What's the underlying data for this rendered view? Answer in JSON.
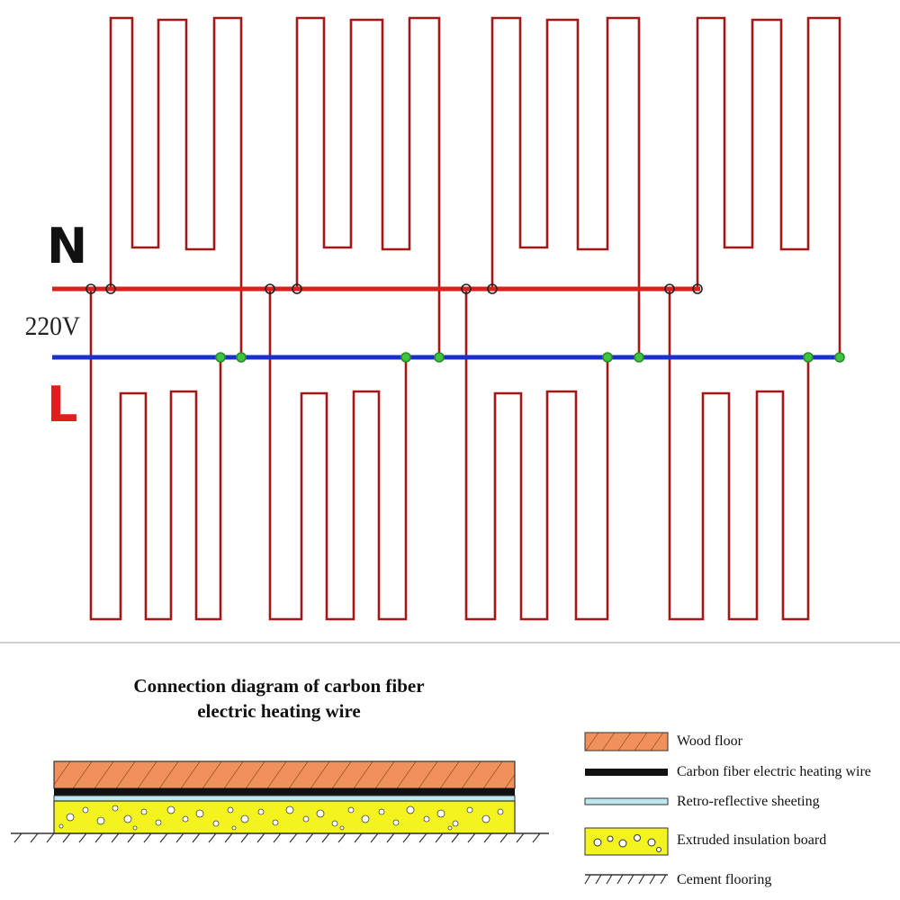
{
  "labels": {
    "neutral": "N",
    "live": "L",
    "voltage": "220V"
  },
  "caption": {
    "line1": "Connection diagram of carbon fiber",
    "line2": "electric heating wire"
  },
  "legend": [
    {
      "key": "wood",
      "label": "Wood floor"
    },
    {
      "key": "carbon",
      "label": "Carbon fiber electric heating wire"
    },
    {
      "key": "retro",
      "label": "Retro-reflective sheeting"
    },
    {
      "key": "xps",
      "label": "Extruded insulation board"
    },
    {
      "key": "cement",
      "label": "Cement flooring"
    }
  ],
  "colors": {
    "heating_wire": "#a01818",
    "neutral_bus": "#e01e1e",
    "live_bus": "#1a2fd0",
    "live_label": "#e01e1e",
    "junction_green": "#3fc43f",
    "wood": "#f0905a",
    "carbon": "#111111",
    "retro": "#bfe6ee",
    "xps": "#f3f320"
  }
}
